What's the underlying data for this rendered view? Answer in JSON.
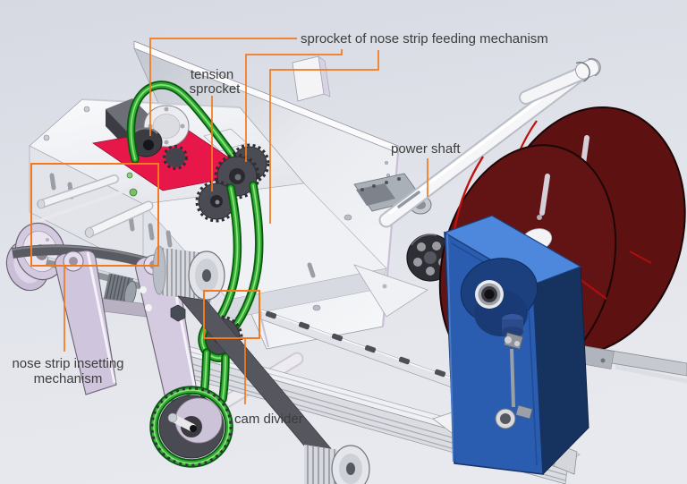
{
  "figure": {
    "type": "cad-assembly-annotated-diagram",
    "labels": {
      "sprocket_feeding": "sprocket of nose strip feeding mechanism",
      "tension_line1": "tension",
      "tension_line2": "sprocket",
      "power_shaft": "power shaft",
      "nose_strip_line1": "nose strip insetting",
      "nose_strip_line2": "mechanism",
      "cam_divider": "cam divider"
    },
    "colors": {
      "annotation_orange": "#f4791c",
      "chain_green": "#2fae2f",
      "reel_dark_red": "#5d1111",
      "reel_rim_red": "#c01010",
      "housing_blue": "#2a5db0",
      "housing_blue_top": "#4d88dc",
      "plate_red": "#e8174a",
      "background": "#dfe2ea",
      "label_text": "#3d3d3d"
    }
  }
}
